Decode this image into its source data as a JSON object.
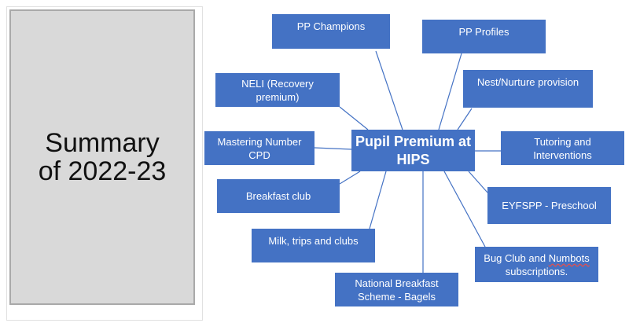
{
  "summary": {
    "title": "Summary\nof 2022-23"
  },
  "diagram": {
    "center": {
      "label": "Pupil Premium at HIPS"
    },
    "nodes": [
      {
        "id": "pp-champions",
        "label": "PP Champions"
      },
      {
        "id": "pp-profiles",
        "label": "PP Profiles"
      },
      {
        "id": "neli",
        "label": "NELI (Recovery premium)"
      },
      {
        "id": "nest-nurture",
        "label": "Nest/Nurture provision"
      },
      {
        "id": "mastering-number",
        "label": "Mastering Number CPD"
      },
      {
        "id": "tutoring",
        "label": "Tutoring and Interventions"
      },
      {
        "id": "breakfast-club",
        "label": "Breakfast club"
      },
      {
        "id": "eyfspp",
        "label": "EYFSPP - Preschool"
      },
      {
        "id": "milk-trips",
        "label": "Milk, trips and clubs"
      },
      {
        "id": "bug-club",
        "label_a": "Bug Club and ",
        "label_b": "Numbots",
        "label_c": "subscriptions."
      },
      {
        "id": "national-breakfast",
        "label": "National Breakfast Scheme - Bagels"
      }
    ]
  },
  "colors": {
    "node_fill": "#4472c4",
    "node_text": "#ffffff",
    "connector": "#4472c4",
    "summary_fill": "#d9d9d9"
  }
}
